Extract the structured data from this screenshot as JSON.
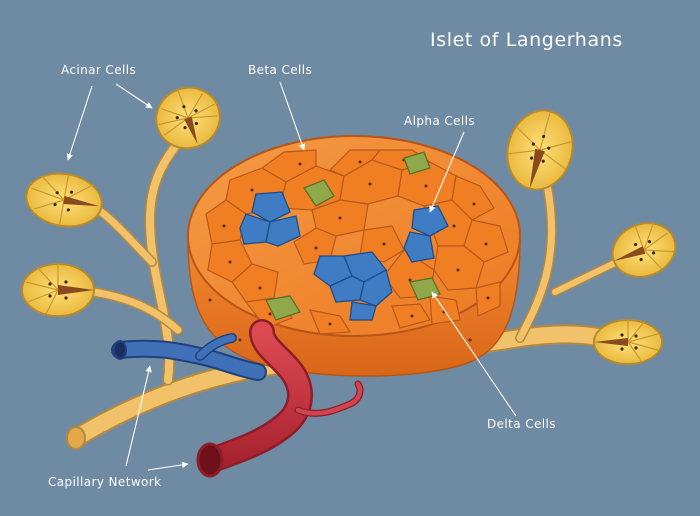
{
  "title": "Islet of Langerhans",
  "labels": {
    "acinar": "Acinar Cells",
    "beta": "Beta Cells",
    "alpha": "Alpha Cells",
    "delta": "Delta Cells",
    "capillary": "Capillary Network"
  },
  "colors": {
    "background": "#6f8aa3",
    "beta_cell": "#f07f24",
    "alpha_cell": "#3f7cc4",
    "delta_cell": "#8ea84a",
    "acinar": "#f3c94a",
    "duct": "#f2c26b",
    "artery": "#c8323e",
    "vein": "#2f5fa8",
    "leader": "#ffffff"
  }
}
